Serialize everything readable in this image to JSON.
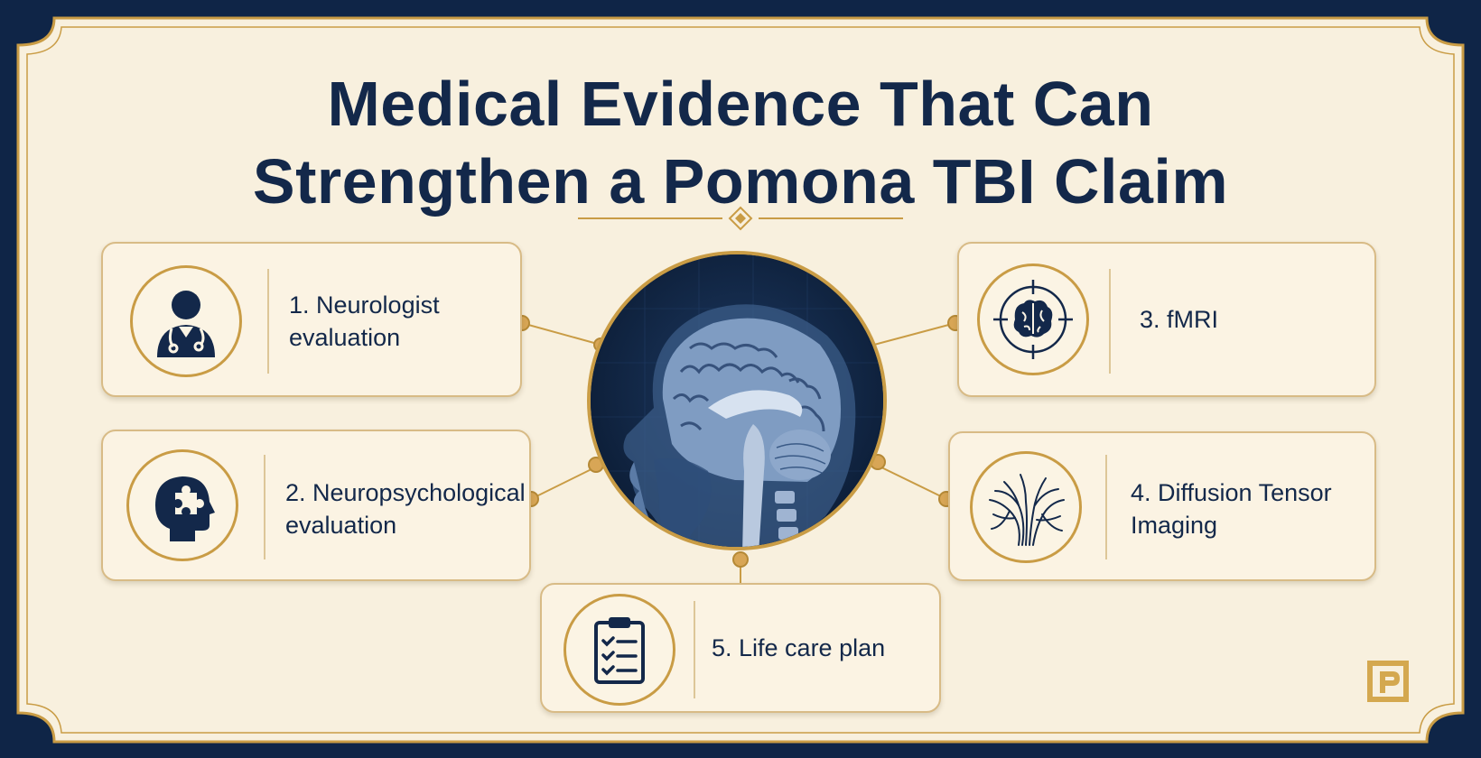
{
  "title": {
    "line1": "Medical Evidence That Can",
    "line2": "Strengthen a Pomona TBI Claim"
  },
  "items": [
    {
      "id": "neurologist",
      "line1": "1. Neurologist",
      "line2": "evaluation",
      "icon": "doctor-icon"
    },
    {
      "id": "neuropsych",
      "line1": "2. Neuropsychological",
      "line2": "evaluation",
      "icon": "head-puzzle-icon"
    },
    {
      "id": "fmri",
      "line1": "3. fMRI",
      "line2": "",
      "icon": "brain-target-icon"
    },
    {
      "id": "dti",
      "line1": "4. Diffusion Tensor",
      "line2": "Imaging",
      "icon": "neural-fibers-icon"
    },
    {
      "id": "lifecare",
      "line1": "5. Life care plan",
      "line2": "",
      "icon": "clipboard-checklist-icon"
    }
  ],
  "center_image": "brain-mri-sagittal",
  "logo": "p-logo",
  "colors": {
    "navy": "#13284a",
    "gold": "#c99c45",
    "cream": "#f8f0de"
  }
}
